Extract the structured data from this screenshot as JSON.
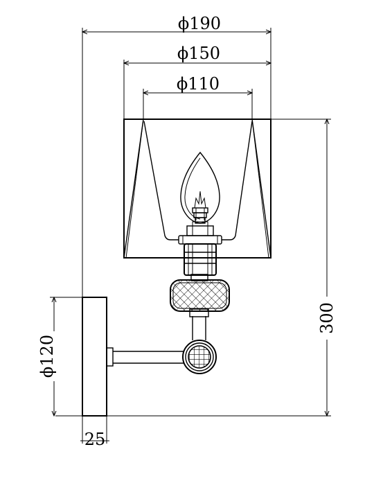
{
  "dimensions": {
    "outer_diameter": "ϕ190",
    "shade_bottom_diameter": "ϕ150",
    "shade_top_diameter": "ϕ110",
    "backplate_diameter": "ϕ120",
    "height": "300",
    "depth": "25"
  },
  "colors": {
    "line": "#000000",
    "background": "#ffffff"
  }
}
